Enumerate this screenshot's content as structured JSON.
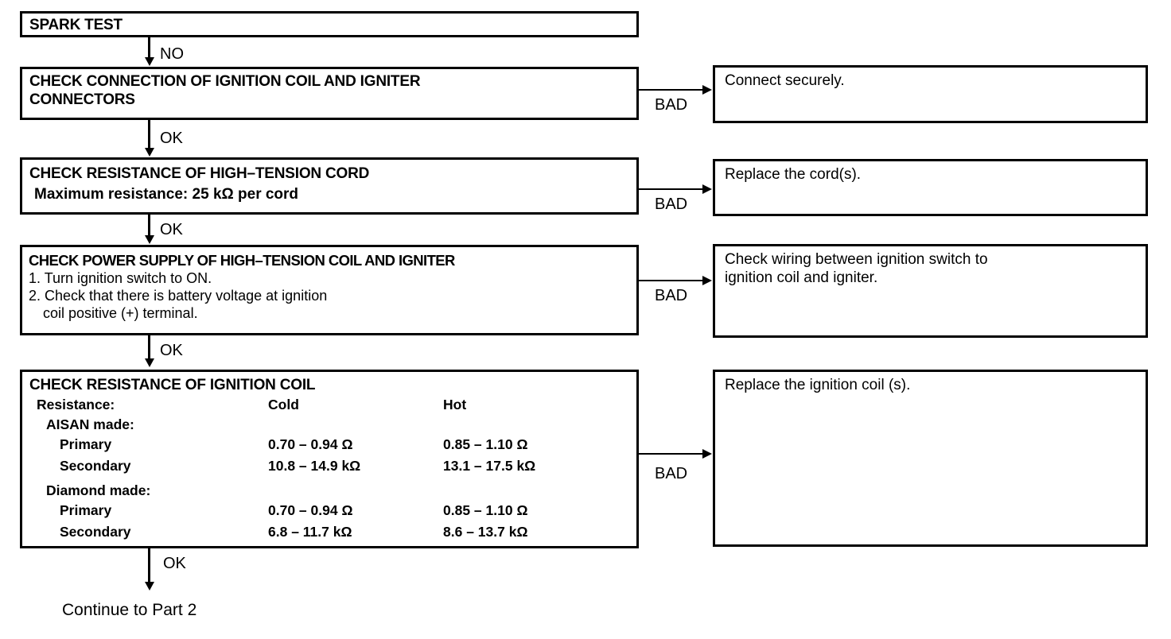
{
  "title": "Ignition System Spark Test Troubleshooting Flowchart",
  "edge_labels": {
    "no": "NO",
    "ok": "OK",
    "bad": "BAD"
  },
  "nodes": {
    "spark_test": {
      "heading": "SPARK TEST"
    },
    "check_connection": {
      "heading_line1": "CHECK CONNECTION OF IGNITION COIL AND IGNITER",
      "heading_line2": "CONNECTORS"
    },
    "check_cord": {
      "heading": "CHECK RESISTANCE OF HIGH–TENSION CORD",
      "spec": "Maximum resistance:  25 kΩ per cord"
    },
    "check_power": {
      "heading": "CHECK POWER SUPPLY OF HIGH–TENSION COIL AND IGNITER",
      "step1": "1. Turn ignition switch to ON.",
      "step2": "2. Check that there is battery voltage at ignition",
      "step2_cont": "coil positive (+) terminal."
    },
    "check_coil": {
      "heading": "CHECK RESISTANCE OF IGNITION COIL",
      "resistance_label": "Resistance:",
      "col_cold": "Cold",
      "col_hot": "Hot",
      "groups": [
        {
          "name": "AISAN made:",
          "rows": [
            {
              "label": "Primary",
              "cold": "0.70 – 0.94 Ω",
              "hot": "0.85 – 1.10 Ω"
            },
            {
              "label": "Secondary",
              "cold": "10.8 – 14.9 kΩ",
              "hot": "13.1 – 17.5 kΩ"
            }
          ]
        },
        {
          "name": "Diamond made:",
          "rows": [
            {
              "label": "Primary",
              "cold": "0.70 – 0.94 Ω",
              "hot": "0.85 – 1.10 Ω"
            },
            {
              "label": "Secondary",
              "cold": "6.8 – 11.7 kΩ",
              "hot": "8.6 – 13.7 kΩ"
            }
          ]
        }
      ]
    }
  },
  "actions": {
    "connect": "Connect securely.",
    "replace_cord": "Replace the cord(s).",
    "check_wiring_line1": "Check wiring between ignition switch to",
    "check_wiring_line2": "ignition coil and igniter.",
    "replace_coil": "Replace the ignition coil (s)."
  },
  "terminal": {
    "continue": "Continue to Part 2"
  }
}
